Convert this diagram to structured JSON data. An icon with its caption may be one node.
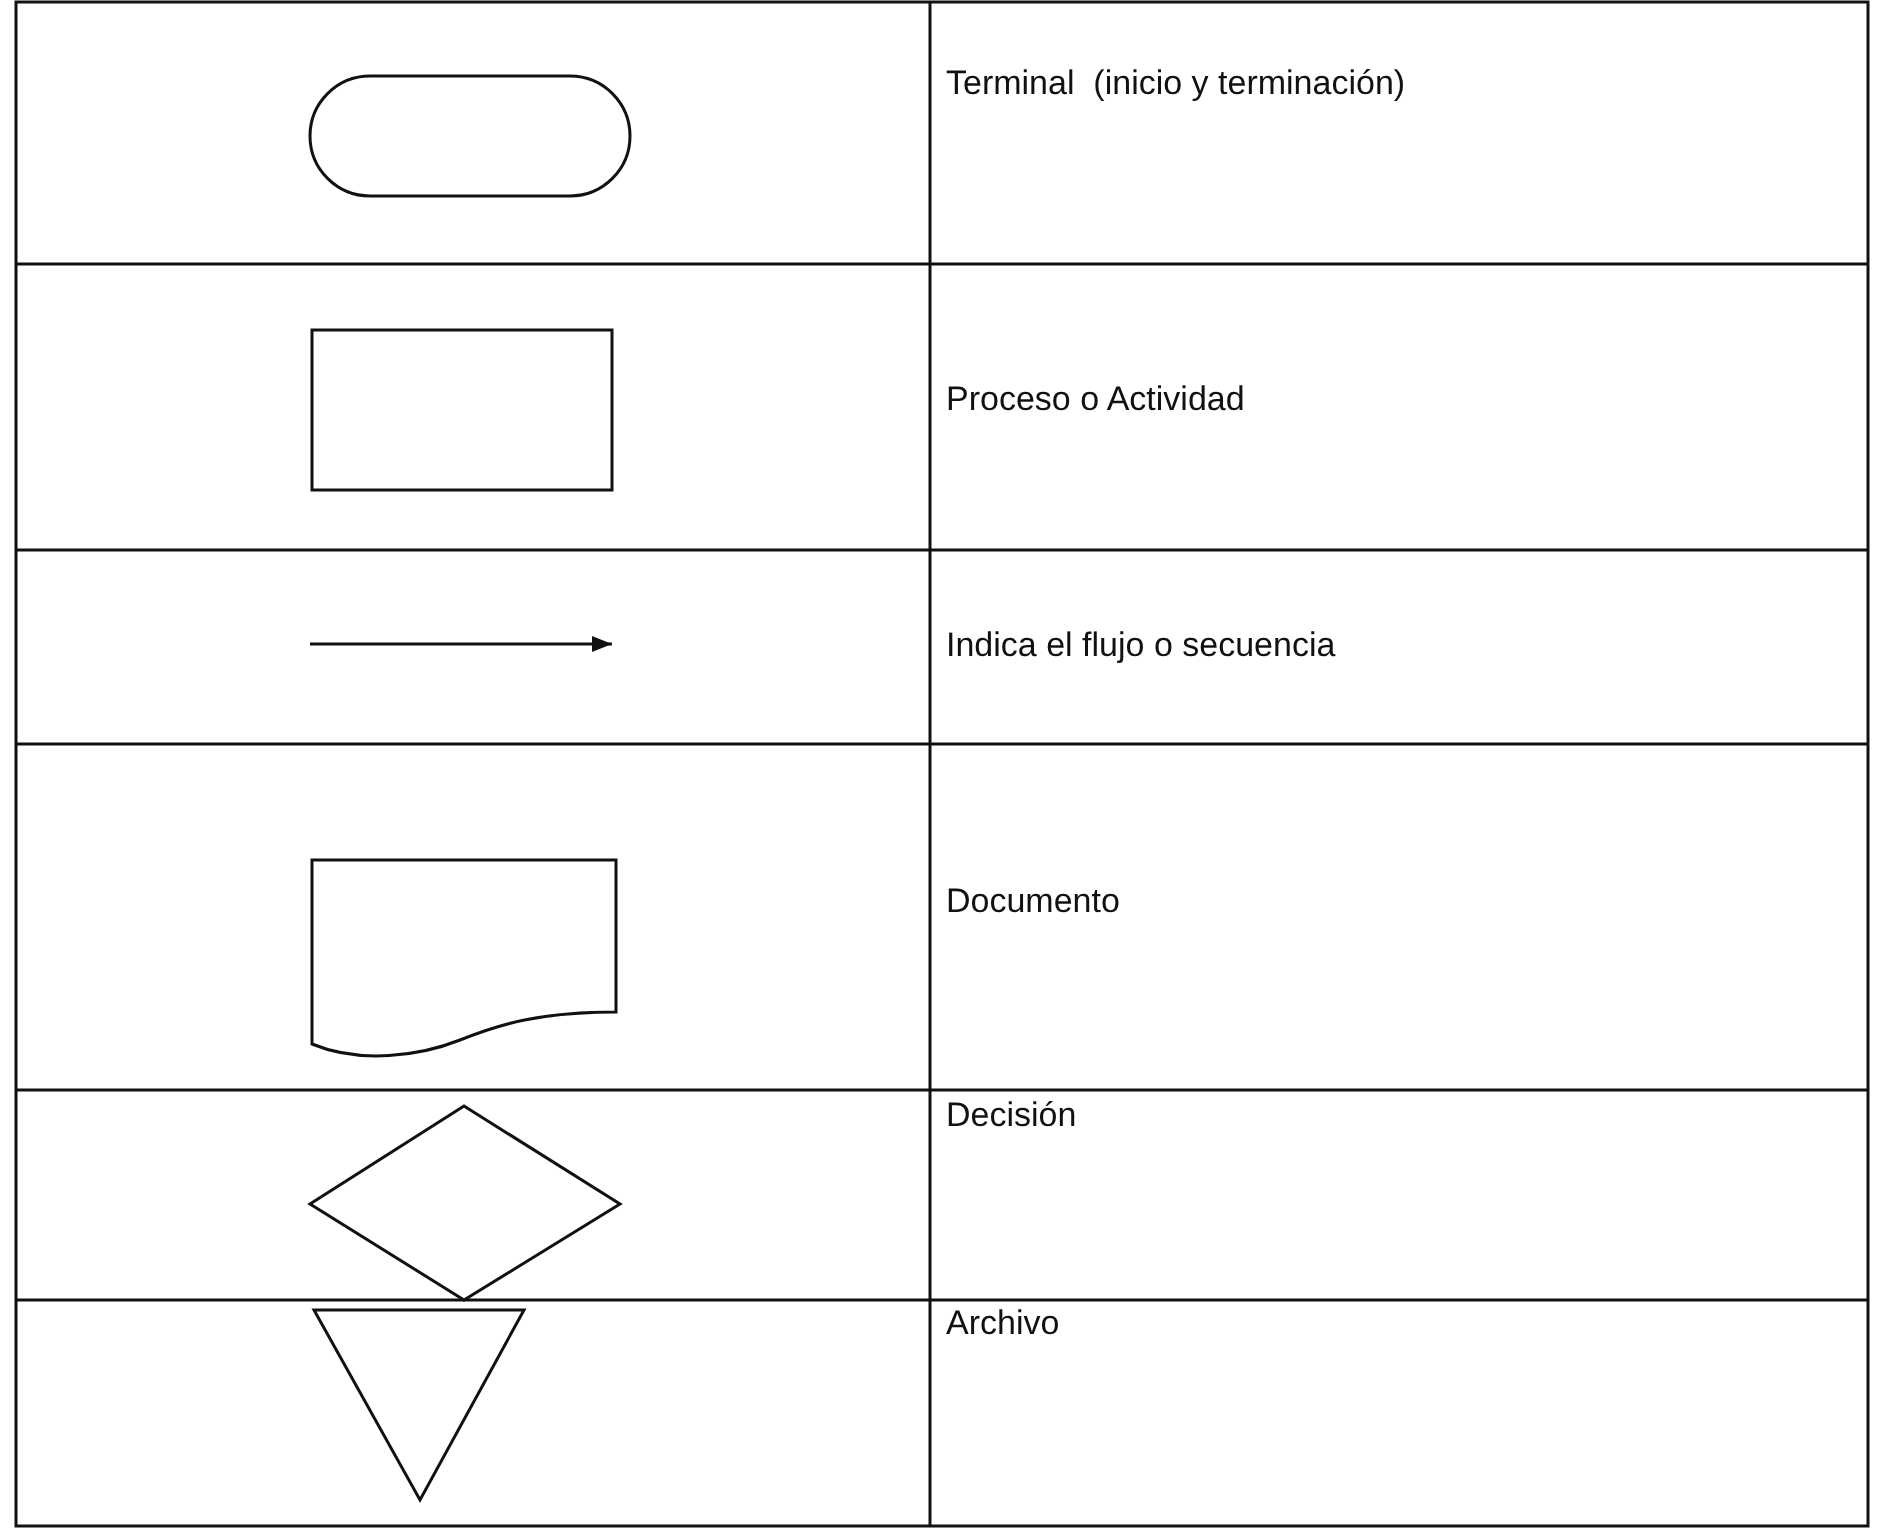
{
  "diagram": {
    "nodes": [
      {
        "text": [],
        "shape": "stadium"
      },
      {
        "text": [],
        "shape": "box"
      },
      {
        "text": [],
        "shape": "document"
      },
      {
        "text": [],
        "shape": "diamond"
      },
      {
        "text": [],
        "shape": "triangle"
      }
    ],
    "labels": [
      "Terminal  (inicio y terminación)",
      "Proceso o Actividad",
      "Indica el flujo o secuencia",
      "Documento",
      "Decisión",
      "Archivo"
    ]
  }
}
